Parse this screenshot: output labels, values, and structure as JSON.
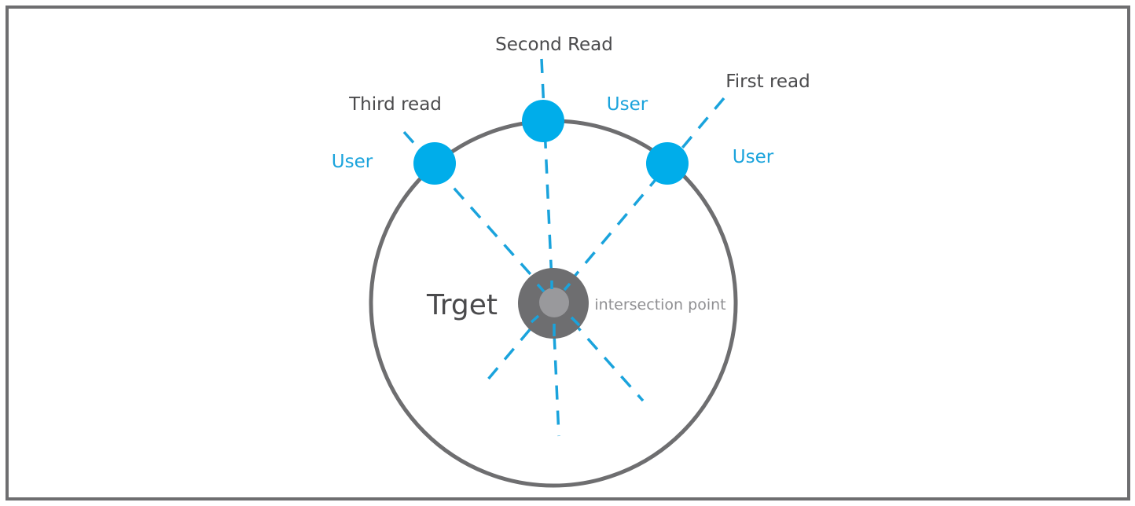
{
  "diagram": {
    "title": "",
    "target_label": "Trget",
    "intersection_label": "intersection point",
    "reads": [
      {
        "id": "first",
        "label": "First read",
        "user_label": "User"
      },
      {
        "id": "second",
        "label": "Second Read",
        "user_label": "User"
      },
      {
        "id": "third",
        "label": "Third read",
        "user_label": "User"
      }
    ],
    "colors": {
      "border": "#6e6e70",
      "circle": "#6e6e70",
      "user_node": "#00adea",
      "dashed_line": "#1aa3dc",
      "target_outer": "#6e6e70",
      "target_inner": "#99999c",
      "text_dark": "#4a4a4c",
      "text_blue": "#1aa3dc",
      "text_gray": "#8f8f92"
    }
  }
}
